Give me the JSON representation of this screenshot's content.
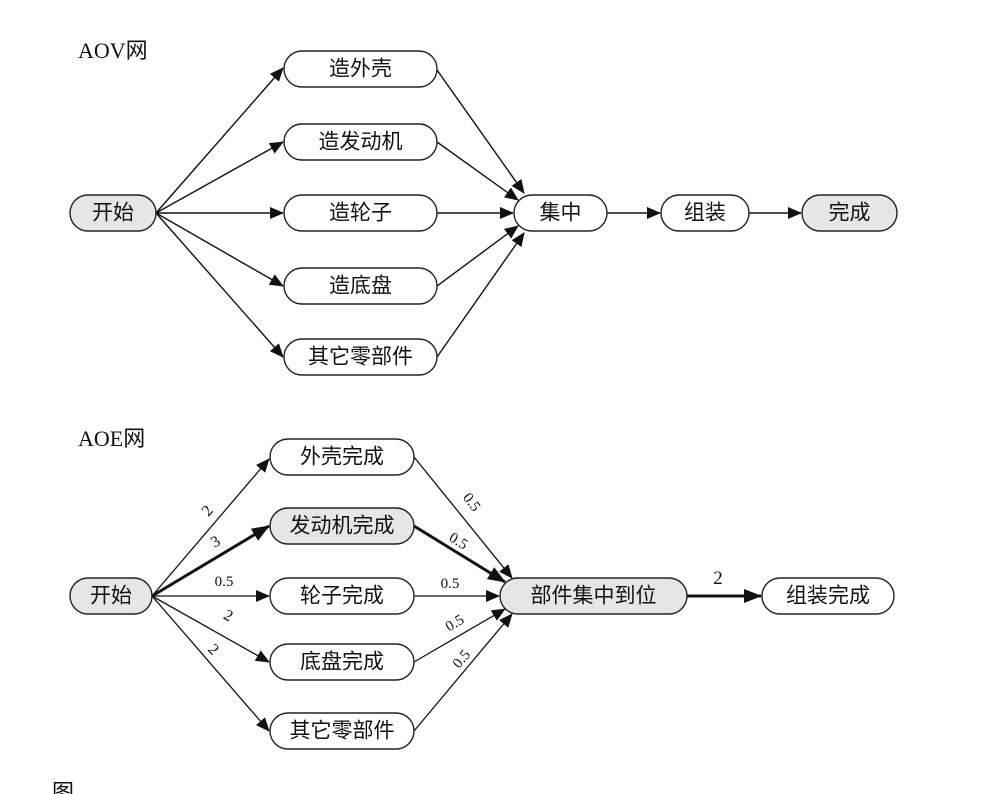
{
  "aov": {
    "title": "AOV网",
    "nodes": {
      "start": "开始",
      "shell": "造外壳",
      "engine": "造发动机",
      "wheels": "造轮子",
      "chassis": "造底盘",
      "other": "其它零部件",
      "gather": "集中",
      "assemble": "组装",
      "done": "完成"
    }
  },
  "aoe": {
    "title": "AOE网",
    "nodes": {
      "start": "开始",
      "shell": "外壳完成",
      "engine": "发动机完成",
      "wheels": "轮子完成",
      "chassis": "底盘完成",
      "other": "其它零部件",
      "parts": "部件集中到位",
      "assembled": "组装完成"
    },
    "weights": {
      "start_shell": "2",
      "start_engine": "3",
      "start_wheels": "0.5",
      "start_chassis": "2",
      "start_other": "2",
      "shell_parts": "0.5",
      "engine_parts": "0.5",
      "wheels_parts": "0.5",
      "chassis_parts": "0.5",
      "other_parts": "0.5",
      "parts_assembled": "2"
    }
  },
  "caption": "图",
  "colors": {
    "highlight_fill": "#e6e6e6",
    "normal_fill": "#ffffff",
    "stroke": "#111111"
  }
}
